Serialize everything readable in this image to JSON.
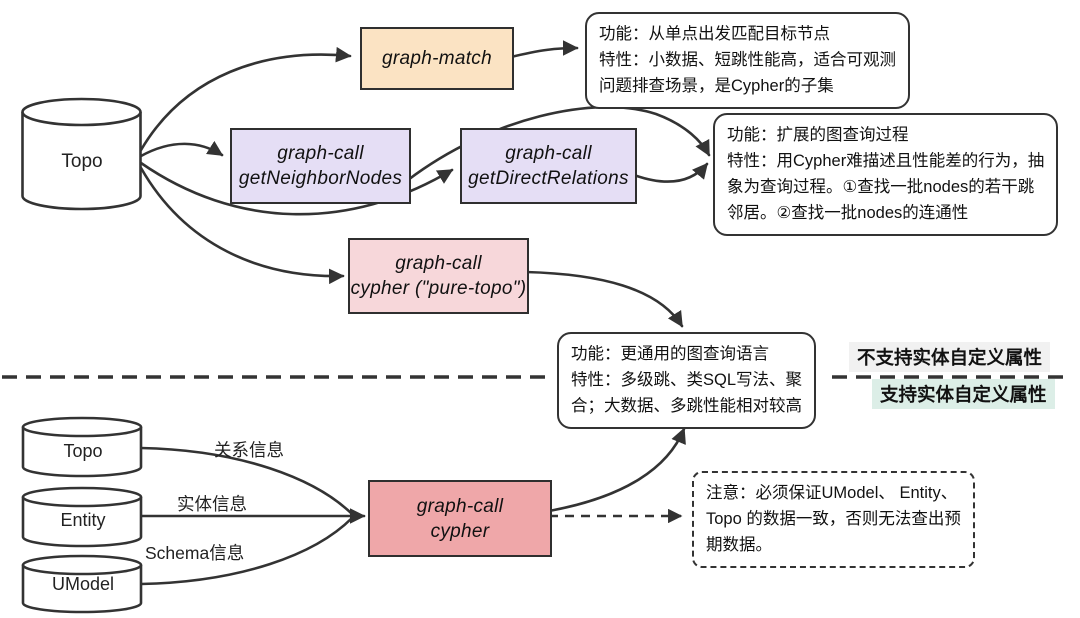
{
  "nodes": {
    "topo_top": {
      "label": "Topo"
    },
    "graph_match": {
      "label": "graph-match"
    },
    "get_neighbor_nodes": {
      "line1": "graph-call",
      "line2": "getNeighborNodes"
    },
    "get_direct_relations": {
      "line1": "graph-call",
      "line2": "getDirectRelations"
    },
    "cypher_pure_topo": {
      "line1": "graph-call",
      "line2": "cypher (\"pure-topo\")"
    },
    "cypher": {
      "line1": "graph-call",
      "line2": "cypher"
    },
    "topo_bottom": {
      "label": "Topo"
    },
    "entity": {
      "label": "Entity"
    },
    "umodel": {
      "label": "UModel"
    }
  },
  "callouts": {
    "graph_match_note": {
      "lines": [
        "功能：从单点出发匹配目标节点",
        "特性：小数据、短跳性能高，适合可观测",
        "问题排查场景，是Cypher的子集"
      ]
    },
    "graph_call_note": {
      "lines": [
        "功能：扩展的图查询过程",
        "特性：用Cypher难描述且性能差的行为，抽",
        "象为查询过程。①查找一批nodes的若干跳",
        "邻居。②查找一批nodes的连通性"
      ]
    },
    "cypher_note": {
      "lines": [
        "功能：更通用的图查询语言",
        "特性：多级跳、类SQL写法、聚",
        "合；大数据、多跳性能相对较高"
      ]
    },
    "warning_note": {
      "lines": [
        "注意：必须保证UModel、 Entity、",
        "Topo 的数据一致，否则无法查出预",
        "期数据。"
      ]
    }
  },
  "divider_labels": {
    "top": "不支持实体自定义属性",
    "bottom": "支持实体自定义属性"
  },
  "edge_labels": {
    "topo": "关系信息",
    "entity": "实体信息",
    "umodel": "Schema信息"
  },
  "colors": {
    "graph_match_fill": "#fbe3c3",
    "graph_call_fill": "#e5def5",
    "cypher_pure_topo_fill": "#f7d7da",
    "cypher_fill": "#efa7a9",
    "unsupported_label_bg": "#f1f1f1",
    "supported_label_bg": "#dceee7",
    "stroke": "#333333"
  }
}
